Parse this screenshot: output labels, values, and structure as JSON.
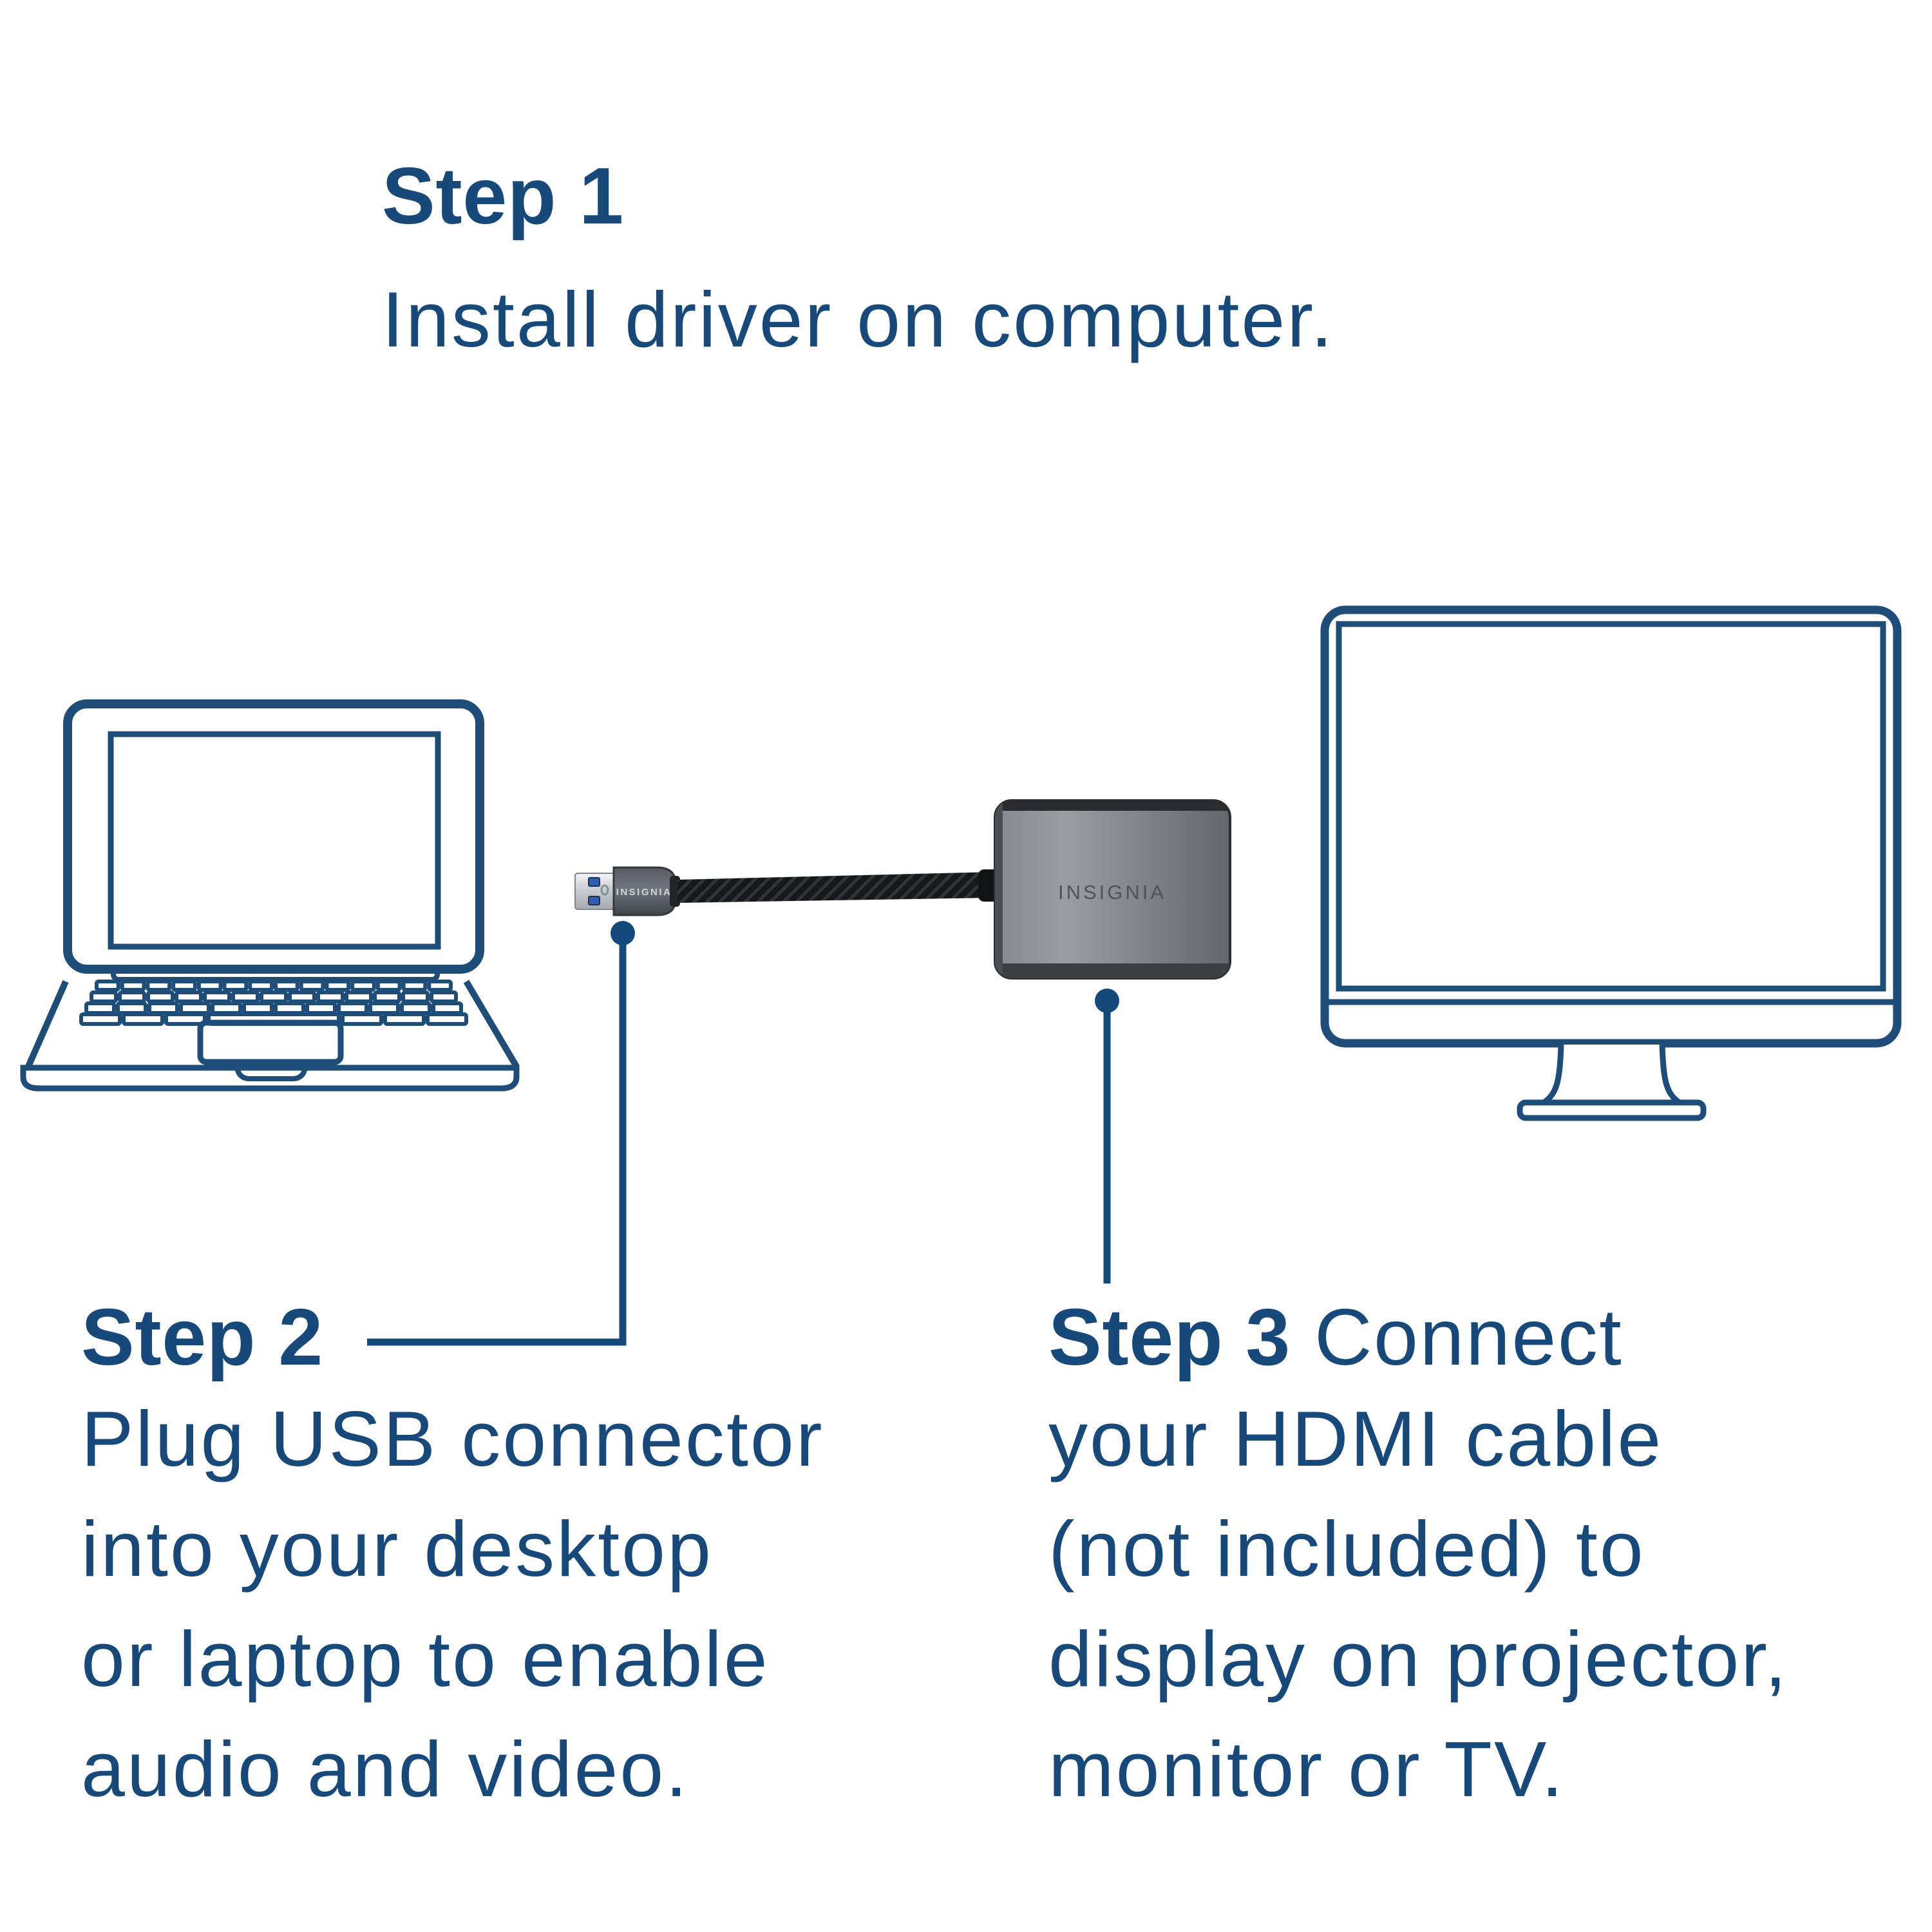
{
  "step1": {
    "heading": "Step 1",
    "body": "Install driver on computer."
  },
  "step2": {
    "heading": "Step 2",
    "lines": [
      "Plug USB connector",
      "into your desktop",
      "or laptop to enable",
      "audio and video."
    ]
  },
  "step3": {
    "heading": "Step 3",
    "heading_suffix": "Connect",
    "lines": [
      "your HDMI cable",
      "(not included) to",
      "display on projector,",
      "monitor or TV."
    ]
  },
  "devices": {
    "usb_plug_brand": "INSIGNIA",
    "adapter_brand": "INSIGNIA",
    "laptop": "laptop-line-drawing",
    "monitor": "monitor-line-drawing",
    "adapter": "usb-to-hdmi-adapter-photo"
  },
  "colors": {
    "text_navy": "#17497B",
    "line_art_navy": "#1D4D78",
    "callout_navy": "#14497B",
    "background": "#FFFFFF",
    "usb_contact_blue": "#2E5FB5",
    "cable_black": "#1A1B1D",
    "adapter_gray": "#8F9296"
  }
}
